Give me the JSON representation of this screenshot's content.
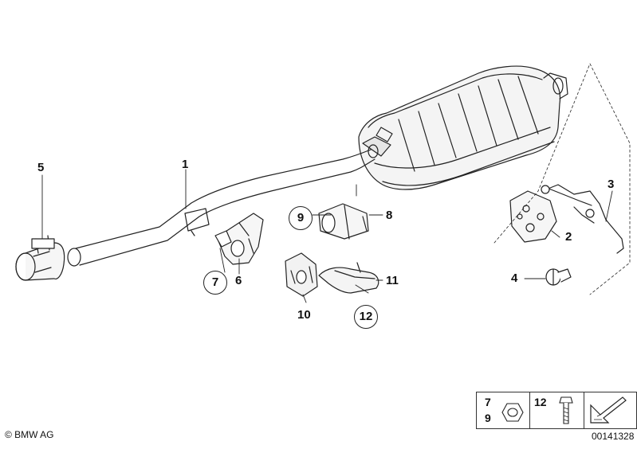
{
  "callouts": {
    "p1": "1",
    "p2": "2",
    "p3": "3",
    "p4": "4",
    "p5": "5",
    "p6": "6",
    "p7": "7",
    "p8": "8",
    "p9": "9",
    "p10": "10",
    "p11": "11",
    "p12": "12"
  },
  "legend": {
    "cell1_top": "7",
    "cell1_bottom": "9",
    "cell2": "12"
  },
  "footer": {
    "copyright": "© BMW AG",
    "diagram_id": "00141328"
  }
}
